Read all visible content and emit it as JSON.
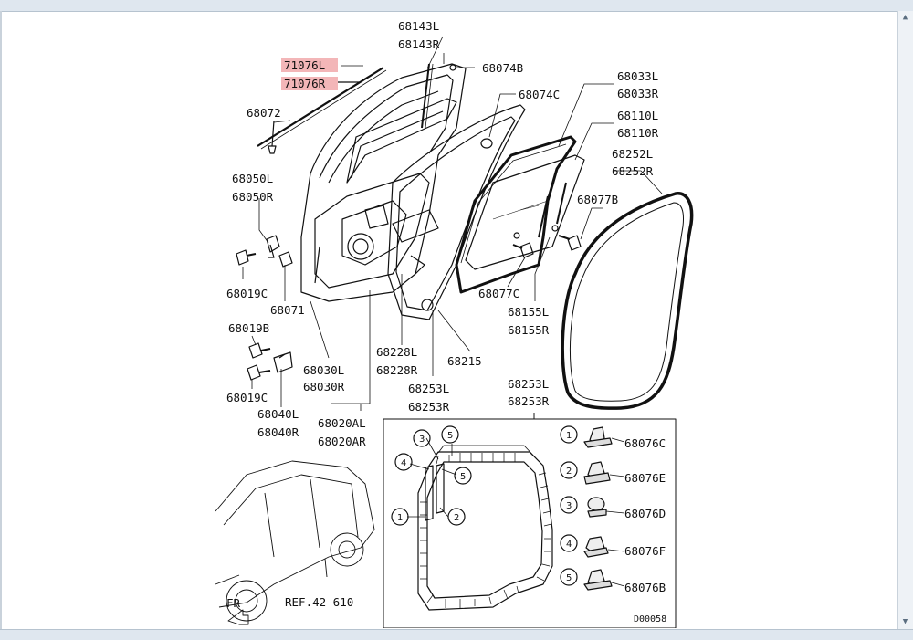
{
  "labels": {
    "p71076l": "71076L",
    "p71076r": "71076R",
    "p68072": "68072",
    "p68143l": "68143L",
    "p68143r": "68143R",
    "p68074b": "68074B",
    "p68074c": "68074C",
    "p68033l": "68033L",
    "p68033r": "68033R",
    "p68110l": "68110L",
    "p68110r": "68110R",
    "p68252l": "68252L",
    "p68252r": "68252R",
    "p68050l": "68050L",
    "p68050r": "68050R",
    "p68077b": "68077B",
    "p68019c_a": "68019C",
    "p68071": "68071",
    "p68077c": "68077C",
    "p68155l": "68155L",
    "p68155r": "68155R",
    "p68019b": "68019B",
    "p68228l": "68228L",
    "p68228r": "68228R",
    "p68215": "68215",
    "p68030l": "68030L",
    "p68030r": "68030R",
    "p68019c_b": "68019C",
    "p68253l_a": "68253L",
    "p68253r_a": "68253R",
    "p68253l_b": "68253L",
    "p68253r_b": "68253R",
    "p68040l": "68040L",
    "p68040r": "68040R",
    "p68020al": "68020AL",
    "p68020ar": "68020AR",
    "ref": "REF.42-610",
    "fr": "FR",
    "code": "D00058"
  },
  "clips": [
    {
      "num": "1",
      "part": "68076C"
    },
    {
      "num": "2",
      "part": "68076E"
    },
    {
      "num": "3",
      "part": "68076D"
    },
    {
      "num": "4",
      "part": "68076F"
    },
    {
      "num": "5",
      "part": "68076B"
    }
  ],
  "callouts": {
    "c1": "1",
    "c2": "2",
    "c3": "3",
    "c4": "4",
    "c5a": "5",
    "c5b": "5"
  },
  "colors": {
    "highlight": "#f3b6b8",
    "line": "#111111"
  }
}
